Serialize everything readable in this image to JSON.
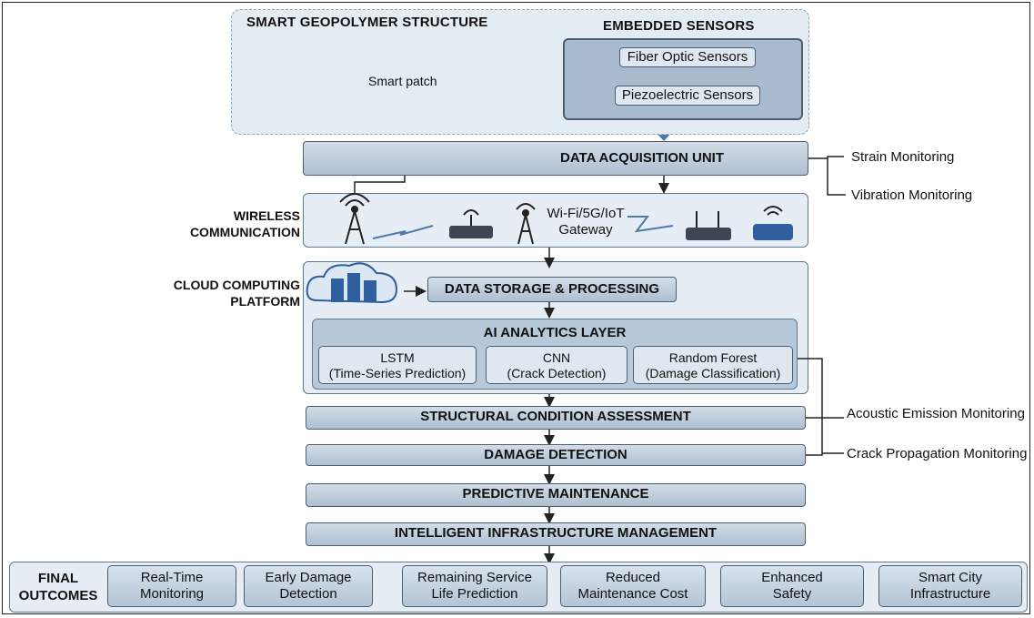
{
  "top": {
    "structure_title": "SMART GEOPOLYMER STRUCTURE",
    "smart_patch": "Smart patch",
    "sensors_title": "EMBEDDED SENSORS",
    "fiber": "Fiber Optic Sensors",
    "piezo": "Piezoelectric Sensors"
  },
  "daq": {
    "label": "DATA ACQUISITION UNIT"
  },
  "monitoring": {
    "strain": "Strain Monitoring",
    "vibration": "Vibration Monitoring",
    "acoustic": "Acoustic Emission Monitoring",
    "crack": "Crack Propagation Monitoring"
  },
  "wireless": {
    "label_line1": "WIRELESS",
    "label_line2": "COMMUNICATION",
    "gateway_line1": "Wi-Fi/5G/IoT",
    "gateway_line2": "Gateway"
  },
  "cloud": {
    "label_line1": "CLOUD COMPUTING",
    "label_line2": "PLATFORM",
    "storage": "DATA STORAGE & PROCESSING",
    "ai_title": "AI ANALYTICS LAYER",
    "models": [
      {
        "name": "LSTM",
        "desc": "(Time-Series Prediction)"
      },
      {
        "name": "CNN",
        "desc": "(Crack Detection)"
      },
      {
        "name": "Random Forest",
        "desc": "(Damage Classification)"
      }
    ]
  },
  "pipeline": {
    "assessment": "STRUCTURAL CONDITION ASSESSMENT",
    "damage": "DAMAGE DETECTION",
    "predictive": "PREDICTIVE MAINTENANCE",
    "management": "INTELLIGENT INFRASTRUCTURE MANAGEMENT"
  },
  "outcomes": {
    "label_line1": "FINAL",
    "label_line2": "OUTCOMES",
    "items": [
      {
        "line1": "Real-Time",
        "line2": "Monitoring"
      },
      {
        "line1": "Early Damage",
        "line2": "Detection"
      },
      {
        "line1": "Remaining Service",
        "line2": "Life Prediction"
      },
      {
        "line1": "Reduced",
        "line2": "Maintenance Cost"
      },
      {
        "line1": "Enhanced",
        "line2": "Safety"
      },
      {
        "line1": "Smart City",
        "line2": "Infrastructure"
      }
    ]
  },
  "colors": {
    "panel": "#e6edf4",
    "bar": "#aebfd0",
    "stroke": "#4b5f73",
    "accent": "#4f79a8"
  }
}
